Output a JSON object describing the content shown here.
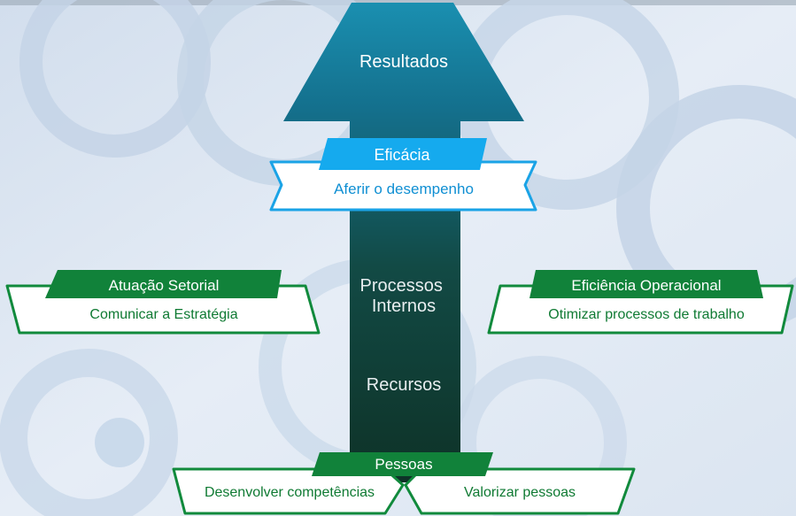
{
  "colors": {
    "background": "#dde6f1",
    "gear": "#c6d6e8",
    "arrow_top": "#14718e",
    "arrow_bottom": "#0f3a2c",
    "blue_header": "#14a8ec",
    "blue_text": "#0f8fd3",
    "green_header": "#11823a",
    "green_text": "#0f7a33",
    "white": "#ffffff"
  },
  "arrow": {
    "top_label": "Resultados",
    "middle_label": "Processos\nInternos",
    "lower_label": "Recursos"
  },
  "eficacia": {
    "header": "Eficácia",
    "body": "Aferir o desempenho"
  },
  "atuacao_setorial": {
    "header": "Atuação Setorial",
    "body": "Comunicar a Estratégia"
  },
  "eficiencia_operacional": {
    "header": "Eficiência Operacional",
    "body": "Otimizar processos de trabalho"
  },
  "pessoas": {
    "header": "Pessoas",
    "left_body": "Desenvolver competências",
    "right_body": "Valorizar pessoas"
  }
}
